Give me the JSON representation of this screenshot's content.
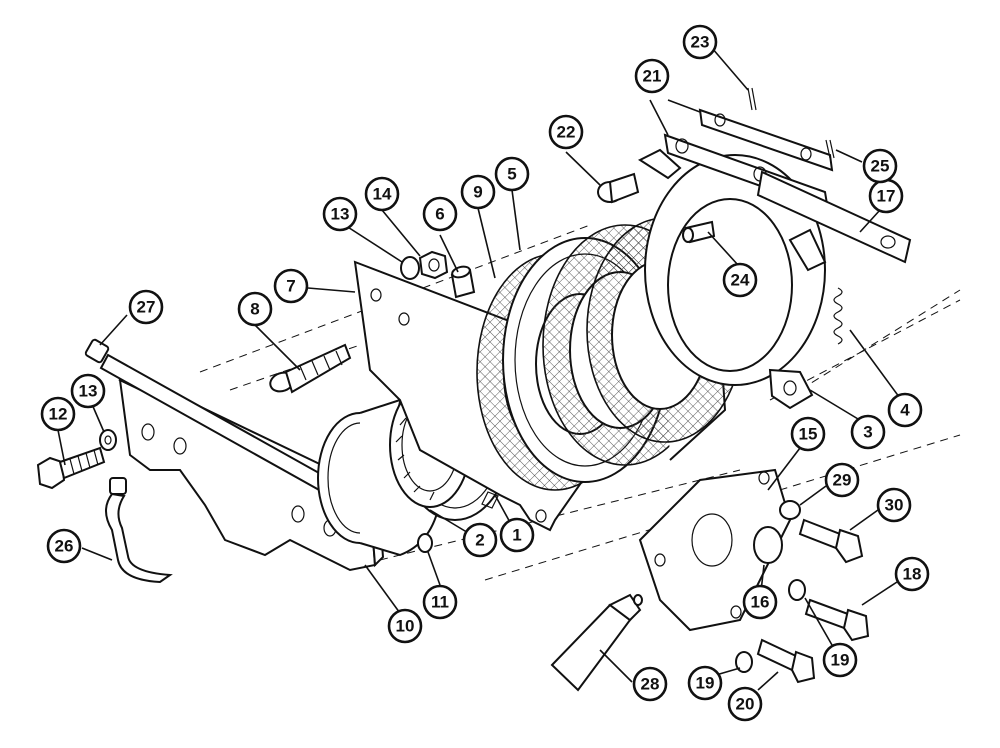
{
  "callouts": [
    {
      "id": "c1",
      "label": "1"
    },
    {
      "id": "c2",
      "label": "2"
    },
    {
      "id": "c3",
      "label": "3"
    },
    {
      "id": "c4",
      "label": "4"
    },
    {
      "id": "c5",
      "label": "5"
    },
    {
      "id": "c6",
      "label": "6"
    },
    {
      "id": "c7",
      "label": "7"
    },
    {
      "id": "c8",
      "label": "8"
    },
    {
      "id": "c9",
      "label": "9"
    },
    {
      "id": "c10",
      "label": "10"
    },
    {
      "id": "c11",
      "label": "11"
    },
    {
      "id": "c12",
      "label": "12"
    },
    {
      "id": "c13a",
      "label": "13"
    },
    {
      "id": "c13b",
      "label": "13"
    },
    {
      "id": "c14",
      "label": "14"
    },
    {
      "id": "c15",
      "label": "15"
    },
    {
      "id": "c16",
      "label": "16"
    },
    {
      "id": "c17",
      "label": "17"
    },
    {
      "id": "c18",
      "label": "18"
    },
    {
      "id": "c19a",
      "label": "19"
    },
    {
      "id": "c19b",
      "label": "19"
    },
    {
      "id": "c20",
      "label": "20"
    },
    {
      "id": "c21",
      "label": "21"
    },
    {
      "id": "c22",
      "label": "22"
    },
    {
      "id": "c23",
      "label": "23"
    },
    {
      "id": "c24",
      "label": "24"
    },
    {
      "id": "c25",
      "label": "25"
    },
    {
      "id": "c26",
      "label": "26"
    },
    {
      "id": "c27",
      "label": "27"
    },
    {
      "id": "c28",
      "label": "28"
    },
    {
      "id": "c29",
      "label": "29"
    },
    {
      "id": "c30",
      "label": "30"
    }
  ]
}
